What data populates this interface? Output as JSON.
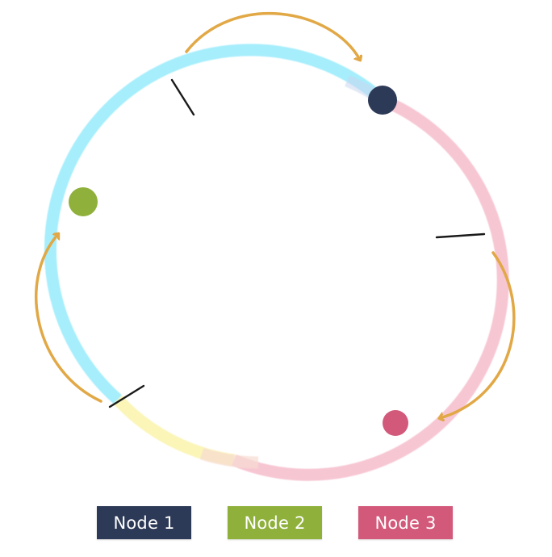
{
  "legend": [
    {
      "label": "Node 1",
      "color": "#2d3a57"
    },
    {
      "label": "Node 2",
      "color": "#8fb13b"
    },
    {
      "label": "Node 3",
      "color": "#d3597a"
    }
  ],
  "ring": {
    "segment_colors": {
      "cyan": "#a6eefc",
      "yellow": "#fbf5b8",
      "pink": "#f7c6d3"
    }
  },
  "arrow_color": "#e1a845"
}
